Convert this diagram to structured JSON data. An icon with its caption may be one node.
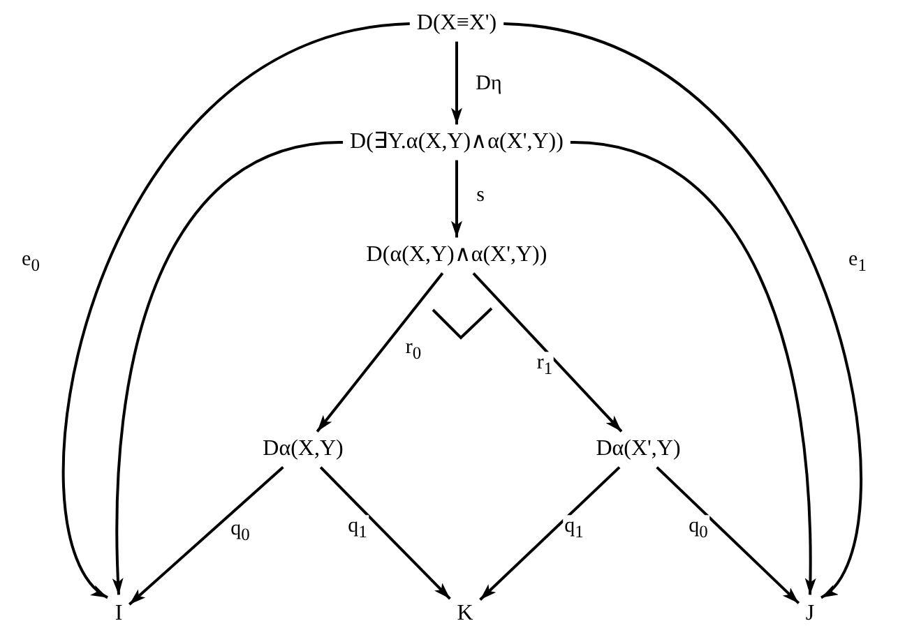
{
  "diagram": {
    "nodes": [
      {
        "text": [
          "D(X≡X')"
        ]
      },
      {
        "text": [
          "D(∃Y.α(X,Y)∧α(X',Y))"
        ]
      },
      {
        "text": [
          "D(α(X,Y)∧α(X',Y))"
        ]
      },
      {
        "text": [
          "Dα(X,Y)"
        ]
      },
      {
        "text": [
          "Dα(X',Y)"
        ]
      },
      {
        "text": [
          "I"
        ]
      },
      {
        "text": [
          "K"
        ]
      },
      {
        "text": [
          "J"
        ]
      }
    ],
    "edges": [
      {
        "from": 0,
        "to": 1,
        "arrow": "to",
        "label": "Dη"
      },
      {
        "from": 1,
        "to": 2,
        "arrow": "to",
        "label": "s"
      },
      {
        "from": 2,
        "to": 3,
        "arrow": "to",
        "label": "r$_{0}$"
      },
      {
        "from": 2,
        "to": 4,
        "arrow": "to",
        "label": "r$_{1}$"
      },
      {
        "from": 3,
        "to": 5,
        "arrow": "to",
        "label": "q$_{0}$"
      },
      {
        "from": 3,
        "to": 6,
        "arrow": "to",
        "label": "q$_{1}$"
      },
      {
        "from": 4,
        "to": 6,
        "arrow": "to",
        "label": "q$_{1}$"
      },
      {
        "from": 4,
        "to": 7,
        "arrow": "to",
        "label": "q$_{0}$"
      },
      {
        "from": 0,
        "to": 5,
        "arrow": "to",
        "label": "e$_{0}$"
      },
      {
        "from": 0,
        "to": 7,
        "arrow": "to",
        "label": "e$_{1}$"
      },
      {
        "from": 1,
        "to": 5,
        "arrow": "to"
      },
      {
        "from": 1,
        "to": 7,
        "arrow": "to"
      }
    ]
  }
}
